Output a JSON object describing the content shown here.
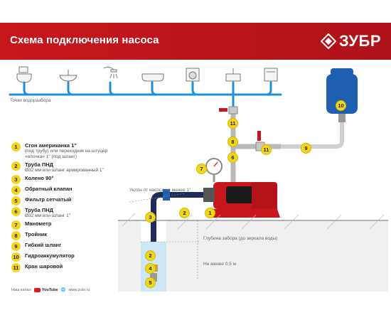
{
  "header": {
    "title": "Схема подключения насоса",
    "logo_text": "ЗУБР",
    "accent": "#c8161d"
  },
  "points_label": "Точки водоразбора",
  "notes": {
    "slope": "Уклон от насоса не менее 1°",
    "fence_depth": "Глубина забора (до зеркала воды)",
    "min_depth": "Не менее 0,5 м"
  },
  "legend": [
    {
      "num": "1",
      "title": "Сгон американка 1\"",
      "note": "(под трубу) или переходник на штуцер «елочка» 1\" (под шланг)"
    },
    {
      "num": "2",
      "title": "Труба ПНД",
      "note": "Ø32 мм или шланг армированный 1\""
    },
    {
      "num": "3",
      "title": "Колено 90°",
      "note": ""
    },
    {
      "num": "4",
      "title": "Обратный клапан",
      "note": ""
    },
    {
      "num": "5",
      "title": "Фильтр сетчатый",
      "note": ""
    },
    {
      "num": "6",
      "title": "Труба ПНД",
      "note": "Ø32 мм или шланг 1\""
    },
    {
      "num": "7",
      "title": "Манометр",
      "note": ""
    },
    {
      "num": "8",
      "title": "Тройник",
      "note": ""
    },
    {
      "num": "9",
      "title": "Гибкий шланг",
      "note": ""
    },
    {
      "num": "10",
      "title": "Гидроаккумулятор",
      "note": ""
    },
    {
      "num": "11",
      "title": "Кран шаровой",
      "note": ""
    }
  ],
  "badges": {
    "b1": "1",
    "b2": "2",
    "b3": "3",
    "b4": "4",
    "b5": "5",
    "b6": "6",
    "b7": "7",
    "b8": "8",
    "b9": "9",
    "b10": "10",
    "b11a": "11",
    "b11b": "11"
  },
  "footer": {
    "prefix": "Наш канал",
    "yt": "YouTube",
    "site": "www.zubr.ru"
  },
  "colors": {
    "pipe_blue": "#1e8fd8",
    "tank_blue": "#1f5fb0",
    "badge_yellow": "#f2d61a",
    "pump_red": "#c8161d"
  }
}
